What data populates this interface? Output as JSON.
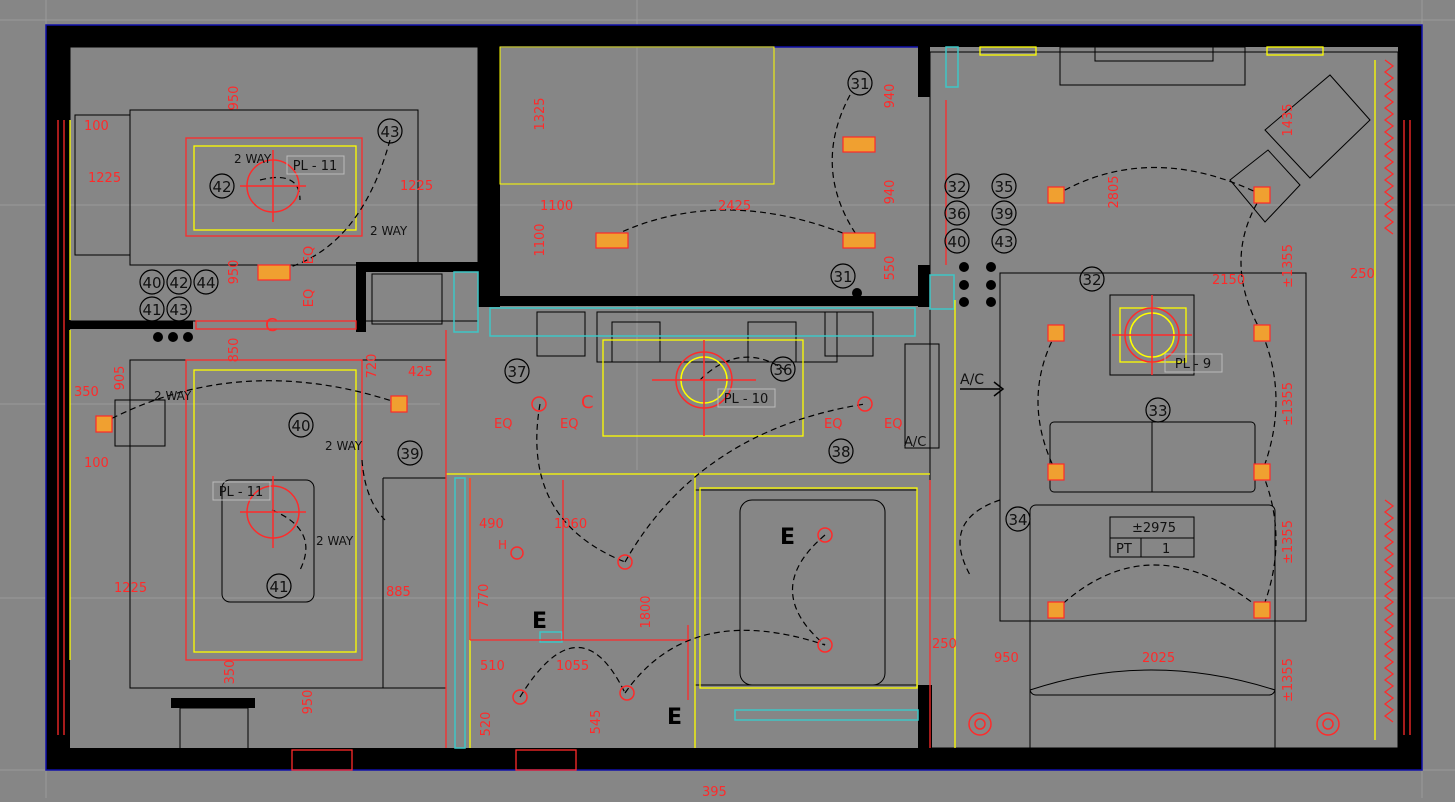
{
  "colors": {
    "background": "#868686",
    "wall": "#000000",
    "dimension_text": "#ff2a2a",
    "symbol_outline": "#ffff00",
    "tag_text": "#111111",
    "cyan_hatch": "#3ec6c6",
    "outline_blue": "#1010aa"
  },
  "dimensions": {
    "d950a": "950",
    "d100a": "100",
    "d1225a": "1225",
    "d1225b": "1225",
    "d950b": "950",
    "d1325": "1325",
    "d1100a": "1100",
    "d1100b": "1100",
    "d2425": "2425",
    "d940a": "940",
    "d940b": "940",
    "d550": "550",
    "d2805": "2805",
    "d1435": "1435",
    "d2150": "2150",
    "d250a": "250",
    "d1355a": "±1355",
    "d1355b": "±1355",
    "d1355c": "±1355",
    "d1355d": "±1355",
    "d850": "850",
    "d720": "720",
    "d425": "425",
    "d905": "905",
    "d350a": "350",
    "d100b": "100",
    "d1225c": "1225",
    "d885": "885",
    "d350b": "350",
    "d950c": "950",
    "d490": "490",
    "d1060": "1060",
    "d770": "770",
    "d1800": "1800",
    "d510": "510",
    "d1055": "1055",
    "d520": "520",
    "d545": "545",
    "d250b": "250",
    "d950d": "950",
    "d2025": "2025",
    "d395": "395"
  },
  "circle_tags": [
    "31",
    "31",
    "32",
    "35",
    "36",
    "39",
    "40",
    "43",
    "32",
    "33",
    "34",
    "43",
    "42",
    "40",
    "42",
    "44",
    "41",
    "43",
    "37",
    "36",
    "38",
    "40",
    "39",
    "41"
  ],
  "panel_labels": {
    "pl11_top": "PL - 11",
    "pl11_bottom": "PL - 11",
    "pl10": "PL - 10",
    "pl9": "PL - 9"
  },
  "switch_labels": {
    "two_way_1": "2 WAY",
    "two_way_2": "2 WAY",
    "two_way_3": "2 WAY",
    "two_way_4": "2 WAY",
    "two_way_5": "2 WAY"
  },
  "eq_labels": {
    "eq1": "EQ",
    "eq2": "EQ",
    "eq3": "EQ",
    "eq4": "EQ",
    "eq5": "EQ",
    "eq6": "EQ"
  },
  "letters": {
    "cl1": "C",
    "cl2": "C",
    "e1": "E",
    "e2": "E",
    "e3": "E",
    "h": "H"
  },
  "ac": {
    "arrow_label": "A/C",
    "unit_label": "A/C"
  },
  "pt_table": {
    "height": "±2975",
    "code": "PT",
    "qty": "1"
  }
}
